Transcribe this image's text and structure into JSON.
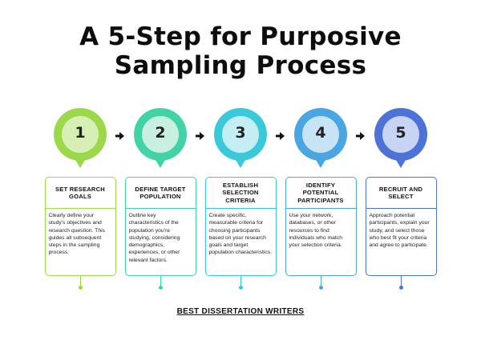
{
  "title": {
    "line1": "A 5-Step for Purposive",
    "line2": "Sampling Process"
  },
  "steps": [
    {
      "number": "1",
      "heading": "SET RESEARCH GOALS",
      "body": "Clearly define your study's objectives and research question. This guides all subsequent steps in the sampling process.",
      "ring_color": "#9bd84a",
      "inner_color": "#d7efb4",
      "border_color": "#9bd84a"
    },
    {
      "number": "2",
      "heading": "DEFINE TARGET POPULATION",
      "body": "Outline key characteristics of the population you're studying, considering demographics, experiences, or other relevant factors.",
      "ring_color": "#41d3a6",
      "inner_color": "#c8f0e1",
      "border_color": "#41d3a6"
    },
    {
      "number": "3",
      "heading": "ESTABLISH SELECTION CRITERIA",
      "body": "Create specific, measurable criteria for choosing participants based on your research goals and target population characteristics.",
      "ring_color": "#39c9da",
      "inner_color": "#c5eef4",
      "border_color": "#39c9da"
    },
    {
      "number": "4",
      "heading": "IDENTIFY POTENTIAL PARTICIPANTS",
      "body": "Use your network, databases, or other resources to find individuals who match your selection criteria.",
      "ring_color": "#4aa6e2",
      "inner_color": "#c8e3f6",
      "border_color": "#4aa6e2"
    },
    {
      "number": "5",
      "heading": "RECRUIT AND SELECT",
      "body": "Approach potential participants, explain your study, and select those who best fit your criteria and agree to participate.",
      "ring_color": "#4d72d8",
      "inner_color": "#c7d4f4",
      "border_color": "#4d72d8"
    }
  ],
  "footer": "BEST DISSERTATION WRITERS"
}
